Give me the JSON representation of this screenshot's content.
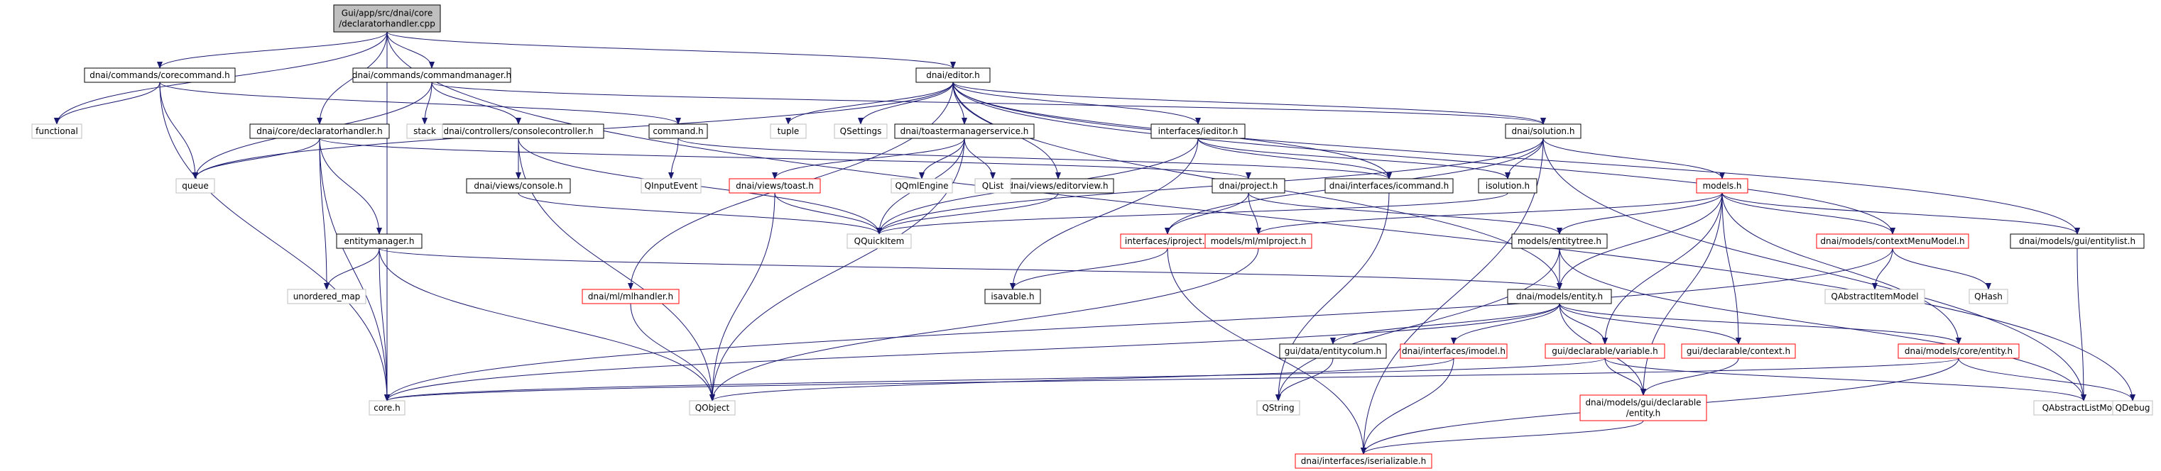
{
  "graph": {
    "root": "core-declaratorhandler-cpp",
    "colors": {
      "root_fill": "#bfbfbf",
      "documented_border": "#000000",
      "undocumented_border": "#ff0000",
      "external_border": "#bfbfbf",
      "external_text": "#7f7f7f",
      "edge": "#191970"
    },
    "nodes": [
      {
        "id": "core-declaratorhandler-cpp",
        "lines": [
          "Gui/app/src/dnai/core",
          "/declaratorhandler.cpp"
        ],
        "style": "root"
      },
      {
        "id": "corecommand-h",
        "lines": [
          "dnai/commands/corecommand.h"
        ],
        "style": "documented"
      },
      {
        "id": "commandmanager-h",
        "lines": [
          "dnai/commands/commandmanager.h"
        ],
        "style": "documented"
      },
      {
        "id": "editor-h",
        "lines": [
          "dnai/editor.h"
        ],
        "style": "documented"
      },
      {
        "id": "core-declaratorhandler-h",
        "lines": [
          "dnai/core/declaratorhandler.h"
        ],
        "style": "documented"
      },
      {
        "id": "consolecontroller-h",
        "lines": [
          "dnai/controllers/consolecontroller.h"
        ],
        "style": "documented"
      },
      {
        "id": "command-h",
        "lines": [
          "command.h"
        ],
        "style": "documented"
      },
      {
        "id": "toastermanagerservice-h",
        "lines": [
          "dnai/toastermanagerservice.h"
        ],
        "style": "documented"
      },
      {
        "id": "ieditor-h",
        "lines": [
          "interfaces/ieditor.h"
        ],
        "style": "documented"
      },
      {
        "id": "solution-h",
        "lines": [
          "dnai/solution.h"
        ],
        "style": "documented"
      },
      {
        "id": "views-console-h",
        "lines": [
          "dnai/views/console.h"
        ],
        "style": "documented"
      },
      {
        "id": "views-toast-h",
        "lines": [
          "dnai/views/toast.h"
        ],
        "style": "undocumented"
      },
      {
        "id": "editorview-h",
        "lines": [
          "dnai/views/editorview.h"
        ],
        "style": "documented"
      },
      {
        "id": "project-h",
        "lines": [
          "dnai/project.h"
        ],
        "style": "documented"
      },
      {
        "id": "icommand-h",
        "lines": [
          "dnai/interfaces/icommand.h"
        ],
        "style": "documented"
      },
      {
        "id": "isolution-h",
        "lines": [
          "isolution.h"
        ],
        "style": "documented"
      },
      {
        "id": "models-h",
        "lines": [
          "models.h"
        ],
        "style": "undocumented"
      },
      {
        "id": "entitymanager-h",
        "lines": [
          "entitymanager.h"
        ],
        "style": "documented"
      },
      {
        "id": "iproject-h",
        "lines": [
          "interfaces/iproject.h"
        ],
        "style": "undocumented"
      },
      {
        "id": "mlproject-h",
        "lines": [
          "models/ml/mlproject.h"
        ],
        "style": "undocumented"
      },
      {
        "id": "entitytree-h",
        "lines": [
          "models/entitytree.h"
        ],
        "style": "documented"
      },
      {
        "id": "contextmenumodel-h",
        "lines": [
          "dnai/models/contextMenuModel.h"
        ],
        "style": "undocumented"
      },
      {
        "id": "entitylist-h",
        "lines": [
          "dnai/models/gui/entitylist.h"
        ],
        "style": "documented"
      },
      {
        "id": "mlhandler-h",
        "lines": [
          "dnai/ml/mlhandler.h"
        ],
        "style": "undocumented"
      },
      {
        "id": "isavable-h",
        "lines": [
          "isavable.h"
        ],
        "style": "documented"
      },
      {
        "id": "models-entity-h",
        "lines": [
          "dnai/models/entity.h"
        ],
        "style": "documented"
      },
      {
        "id": "entitycolum-h",
        "lines": [
          "gui/data/entitycolum.h"
        ],
        "style": "documented"
      },
      {
        "id": "imodel-h",
        "lines": [
          "dnai/interfaces/imodel.h"
        ],
        "style": "undocumented"
      },
      {
        "id": "gui-variable-h",
        "lines": [
          "gui/declarable/variable.h"
        ],
        "style": "undocumented"
      },
      {
        "id": "gui-context-h",
        "lines": [
          "gui/declarable/context.h"
        ],
        "style": "undocumented"
      },
      {
        "id": "core-entity-h",
        "lines": [
          "dnai/models/core/entity.h"
        ],
        "style": "undocumented"
      },
      {
        "id": "gui-declarable-entity-h",
        "lines": [
          "dnai/models/gui/declarable",
          "/entity.h"
        ],
        "style": "undocumented"
      },
      {
        "id": "iserializable-h",
        "lines": [
          "dnai/interfaces/iserializable.h"
        ],
        "style": "undocumented"
      },
      {
        "id": "functional",
        "lines": [
          "functional"
        ],
        "style": "external"
      },
      {
        "id": "queue",
        "lines": [
          "queue"
        ],
        "style": "external"
      },
      {
        "id": "stack",
        "lines": [
          "stack"
        ],
        "style": "external"
      },
      {
        "id": "tuple",
        "lines": [
          "tuple"
        ],
        "style": "external"
      },
      {
        "id": "qsettings",
        "lines": [
          "QSettings"
        ],
        "style": "external"
      },
      {
        "id": "qinputevent",
        "lines": [
          "QInputEvent"
        ],
        "style": "external"
      },
      {
        "id": "qqmlengine",
        "lines": [
          "QQmlEngine"
        ],
        "style": "external"
      },
      {
        "id": "qlist",
        "lines": [
          "QList"
        ],
        "style": "external"
      },
      {
        "id": "qquickitem",
        "lines": [
          "QQuickItem"
        ],
        "style": "external"
      },
      {
        "id": "unordered-map",
        "lines": [
          "unordered_map"
        ],
        "style": "external"
      },
      {
        "id": "qabstractitemmodel",
        "lines": [
          "QAbstractItemModel"
        ],
        "style": "external"
      },
      {
        "id": "qhash",
        "lines": [
          "QHash"
        ],
        "style": "external"
      },
      {
        "id": "core-h",
        "lines": [
          "core.h"
        ],
        "style": "external"
      },
      {
        "id": "qobject",
        "lines": [
          "QObject"
        ],
        "style": "external"
      },
      {
        "id": "qstring",
        "lines": [
          "QString"
        ],
        "style": "external"
      },
      {
        "id": "qabstractlistmodel",
        "lines": [
          "QAbstractListModel"
        ],
        "style": "external"
      },
      {
        "id": "qdebug",
        "lines": [
          "QDebug"
        ],
        "style": "external"
      }
    ],
    "edges": [
      [
        "core-declaratorhandler-cpp",
        "corecommand-h"
      ],
      [
        "core-declaratorhandler-cpp",
        "commandmanager-h"
      ],
      [
        "core-declaratorhandler-cpp",
        "editor-h"
      ],
      [
        "core-declaratorhandler-cpp",
        "core-declaratorhandler-h"
      ],
      [
        "core-declaratorhandler-cpp",
        "functional"
      ],
      [
        "core-declaratorhandler-cpp",
        "core-h"
      ],
      [
        "core-declaratorhandler-cpp",
        "qdebug"
      ],
      [
        "corecommand-h",
        "functional"
      ],
      [
        "corecommand-h",
        "queue"
      ],
      [
        "corecommand-h",
        "command-h"
      ],
      [
        "corecommand-h",
        "core-h"
      ],
      [
        "commandmanager-h",
        "queue"
      ],
      [
        "commandmanager-h",
        "stack"
      ],
      [
        "commandmanager-h",
        "consolecontroller-h"
      ],
      [
        "commandmanager-h",
        "solution-h"
      ],
      [
        "editor-h",
        "queue"
      ],
      [
        "editor-h",
        "tuple"
      ],
      [
        "editor-h",
        "qsettings"
      ],
      [
        "editor-h",
        "toastermanagerservice-h"
      ],
      [
        "editor-h",
        "ieditor-h"
      ],
      [
        "editor-h",
        "solution-h"
      ],
      [
        "editor-h",
        "editorview-h"
      ],
      [
        "editor-h",
        "icommand-h"
      ],
      [
        "editor-h",
        "mlhandler-h"
      ],
      [
        "editor-h",
        "contextmenumodel-h"
      ],
      [
        "editor-h",
        "entitylist-h"
      ],
      [
        "editor-h",
        "models-entity-h"
      ],
      [
        "core-declaratorhandler-h",
        "queue"
      ],
      [
        "core-declaratorhandler-h",
        "project-h"
      ],
      [
        "core-declaratorhandler-h",
        "entitymanager-h"
      ],
      [
        "core-declaratorhandler-h",
        "unordered-map"
      ],
      [
        "core-declaratorhandler-h",
        "core-h"
      ],
      [
        "consolecontroller-h",
        "views-console-h"
      ],
      [
        "consolecontroller-h",
        "qquickitem"
      ],
      [
        "consolecontroller-h",
        "qobject"
      ],
      [
        "command-h",
        "qinputevent"
      ],
      [
        "command-h",
        "icommand-h"
      ],
      [
        "toastermanagerservice-h",
        "qqmlengine"
      ],
      [
        "toastermanagerservice-h",
        "qlist"
      ],
      [
        "toastermanagerservice-h",
        "views-toast-h"
      ],
      [
        "toastermanagerservice-h",
        "qquickitem"
      ],
      [
        "toastermanagerservice-h",
        "qobject"
      ],
      [
        "ieditor-h",
        "icommand-h"
      ],
      [
        "ieditor-h",
        "isolution-h"
      ],
      [
        "ieditor-h",
        "qquickitem"
      ],
      [
        "ieditor-h",
        "isavable-h"
      ],
      [
        "solution-h",
        "isolution-h"
      ],
      [
        "solution-h",
        "models-h"
      ],
      [
        "solution-h",
        "qquickitem"
      ],
      [
        "solution-h",
        "iproject-h"
      ],
      [
        "solution-h",
        "iserializable-h"
      ],
      [
        "solution-h",
        "qabstractlistmodel"
      ],
      [
        "views-console-h",
        "qquickitem"
      ],
      [
        "views-toast-h",
        "qquickitem"
      ],
      [
        "views-toast-h",
        "qobject"
      ],
      [
        "editorview-h",
        "qquickitem"
      ],
      [
        "project-h",
        "iproject-h"
      ],
      [
        "project-h",
        "mlproject-h"
      ],
      [
        "project-h",
        "entitytree-h"
      ],
      [
        "icommand-h",
        "qstring"
      ],
      [
        "isolution-h",
        "qquickitem"
      ],
      [
        "models-h",
        "entitytree-h"
      ],
      [
        "models-h",
        "contextmenumodel-h"
      ],
      [
        "models-h",
        "entitylist-h"
      ],
      [
        "models-h",
        "models-entity-h"
      ],
      [
        "models-h",
        "gui-variable-h"
      ],
      [
        "models-h",
        "gui-context-h"
      ],
      [
        "models-h",
        "core-entity-h"
      ],
      [
        "models-h",
        "gui-declarable-entity-h"
      ],
      [
        "models-h",
        "mlproject-h"
      ],
      [
        "entitymanager-h",
        "unordered-map"
      ],
      [
        "entitymanager-h",
        "models-entity-h"
      ],
      [
        "entitymanager-h",
        "core-h"
      ],
      [
        "entitymanager-h",
        "qobject"
      ],
      [
        "iproject-h",
        "isavable-h"
      ],
      [
        "iproject-h",
        "iserializable-h"
      ],
      [
        "mlproject-h",
        "qobject"
      ],
      [
        "entitytree-h",
        "models-entity-h"
      ],
      [
        "entitytree-h",
        "qstring"
      ],
      [
        "entitytree-h",
        "qabstractlistmodel"
      ],
      [
        "contextmenumodel-h",
        "qabstractitemmodel"
      ],
      [
        "contextmenumodel-h",
        "qhash"
      ],
      [
        "contextmenumodel-h",
        "core-h"
      ],
      [
        "entitylist-h",
        "qabstractlistmodel"
      ],
      [
        "mlhandler-h",
        "qobject"
      ],
      [
        "models-entity-h",
        "entitycolum-h"
      ],
      [
        "models-entity-h",
        "imodel-h"
      ],
      [
        "models-entity-h",
        "gui-variable-h"
      ],
      [
        "models-entity-h",
        "gui-context-h"
      ],
      [
        "models-entity-h",
        "core-entity-h"
      ],
      [
        "models-entity-h",
        "gui-declarable-entity-h"
      ],
      [
        "models-entity-h",
        "core-h"
      ],
      [
        "entitycolum-h",
        "qstring"
      ],
      [
        "imodel-h",
        "iserializable-h"
      ],
      [
        "imodel-h",
        "qobject"
      ],
      [
        "gui-variable-h",
        "gui-declarable-entity-h"
      ],
      [
        "gui-variable-h",
        "core-h"
      ],
      [
        "gui-variable-h",
        "qabstractlistmodel"
      ],
      [
        "gui-context-h",
        "gui-declarable-entity-h"
      ],
      [
        "core-entity-h",
        "core-h"
      ],
      [
        "core-entity-h",
        "iserializable-h"
      ],
      [
        "core-entity-h",
        "qdebug"
      ],
      [
        "gui-declarable-entity-h",
        "iserializable-h"
      ]
    ]
  }
}
